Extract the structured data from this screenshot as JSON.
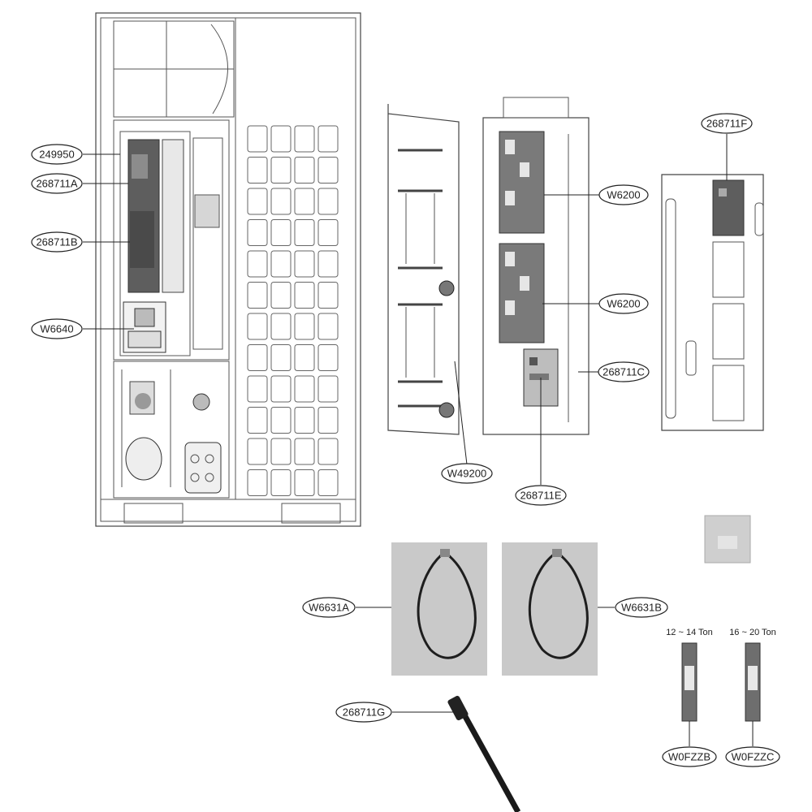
{
  "callouts": {
    "c249950": "249950",
    "c268711A": "268711A",
    "c268711B": "268711B",
    "cW6640": "W6640",
    "cW6200a": "W6200",
    "cW6200b": "W6200",
    "c268711C": "268711C",
    "c268711F": "268711F",
    "cW49200": "W49200",
    "c268711E": "268711E",
    "cW6631A": "W6631A",
    "cW6631B": "W6631B",
    "c268711G": "268711G",
    "cW0FZZB": "W0FZZB",
    "cW0FZZC": "W0FZZC"
  },
  "captions": {
    "ton12_14": "12 ~ 14 Ton",
    "ton16_20": "16 ~ 20 Ton"
  },
  "colors": {
    "line": "#222222",
    "board": "#6b6b6b",
    "photo_bg": "#c9c9c9"
  }
}
